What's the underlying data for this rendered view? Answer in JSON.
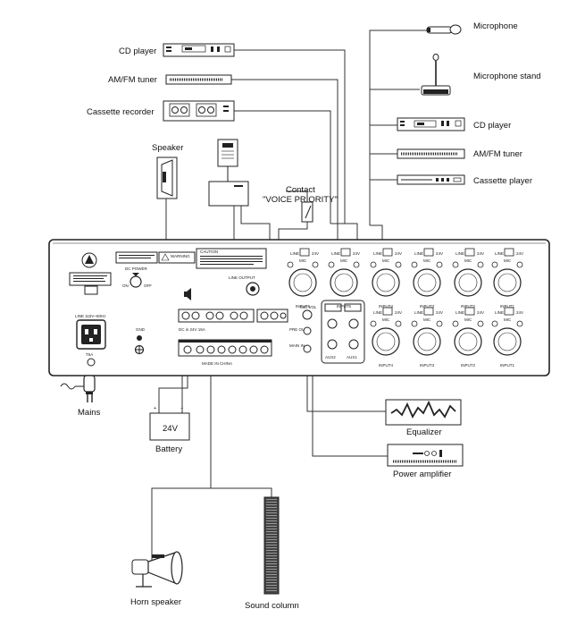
{
  "labels": {
    "cd_player_left": "CD player",
    "amfm_left": "AM/FM tuner",
    "cassette_recorder": "Cassette recorder",
    "speaker": "Speaker",
    "contact_1": "Contact",
    "contact_2": "\"VOICE PRIORITY\"",
    "microphone": "Microphone",
    "microphone_stand": "Microphone stand",
    "cd_player_right": "CD player",
    "amfm_right": "AM/FM tuner",
    "cassette_player": "Cassette player",
    "equalizer": "Equalizer",
    "power_amplifier": "Power amplifier",
    "mains": "Mains",
    "battery": "Battery",
    "battery_voltage": "24V",
    "horn_speaker": "Horn speaker",
    "sound_column": "Sound column"
  },
  "panel": {
    "dc_power": "DC POWER",
    "on": "ON",
    "off": "OFF",
    "line_voltage": "LINE 115V~60Hz",
    "fuse": "T5A",
    "gnd": "GND",
    "dc_in": "DC in 24V 15A",
    "made_in": "MADE IN CHINA",
    "line_output": "LINE OUTPUT",
    "pre_out": "PRE OUT",
    "main_in": "MAIN IN",
    "mic_vol": "MIC VOL",
    "aux1": "AUX1",
    "aux2": "AUX2",
    "line": "LINE",
    "v24": "24V",
    "mic": "MIC",
    "warning": "WARNING",
    "caution": "CAUTION",
    "input_labels": [
      "INPUT6",
      "INPUT5",
      "INPUT4",
      "INPUT3",
      "INPUT2",
      "INPUT1"
    ]
  }
}
